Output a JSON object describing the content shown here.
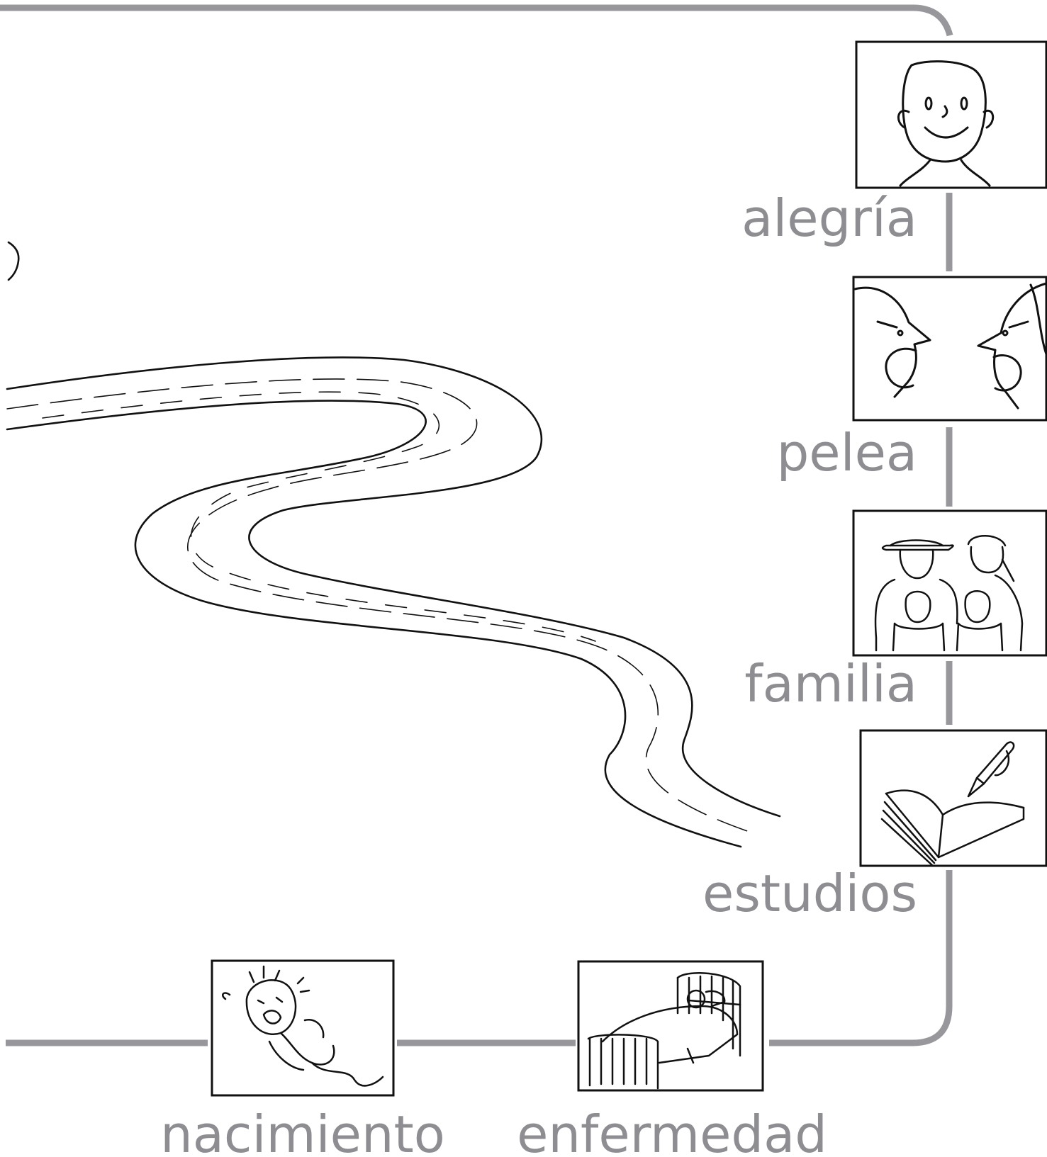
{
  "colors": {
    "timeline": "#98989c",
    "label": "#8e8e92",
    "ink": "#111111"
  },
  "stages": {
    "alegria": {
      "label": "alegría",
      "icon": "smiling-face-icon"
    },
    "pelea": {
      "label": "pelea",
      "icon": "arguing-faces-icon"
    },
    "familia": {
      "label": "familia",
      "icon": "family-portrait-icon"
    },
    "estudios": {
      "label": "estudios",
      "icon": "book-and-pen-icon"
    },
    "enfermedad": {
      "label": "enfermedad",
      "icon": "sick-in-bed-icon"
    },
    "nacimiento": {
      "label": "nacimiento",
      "icon": "newborn-baby-icon"
    }
  },
  "path_illustration": "winding-road-icon"
}
